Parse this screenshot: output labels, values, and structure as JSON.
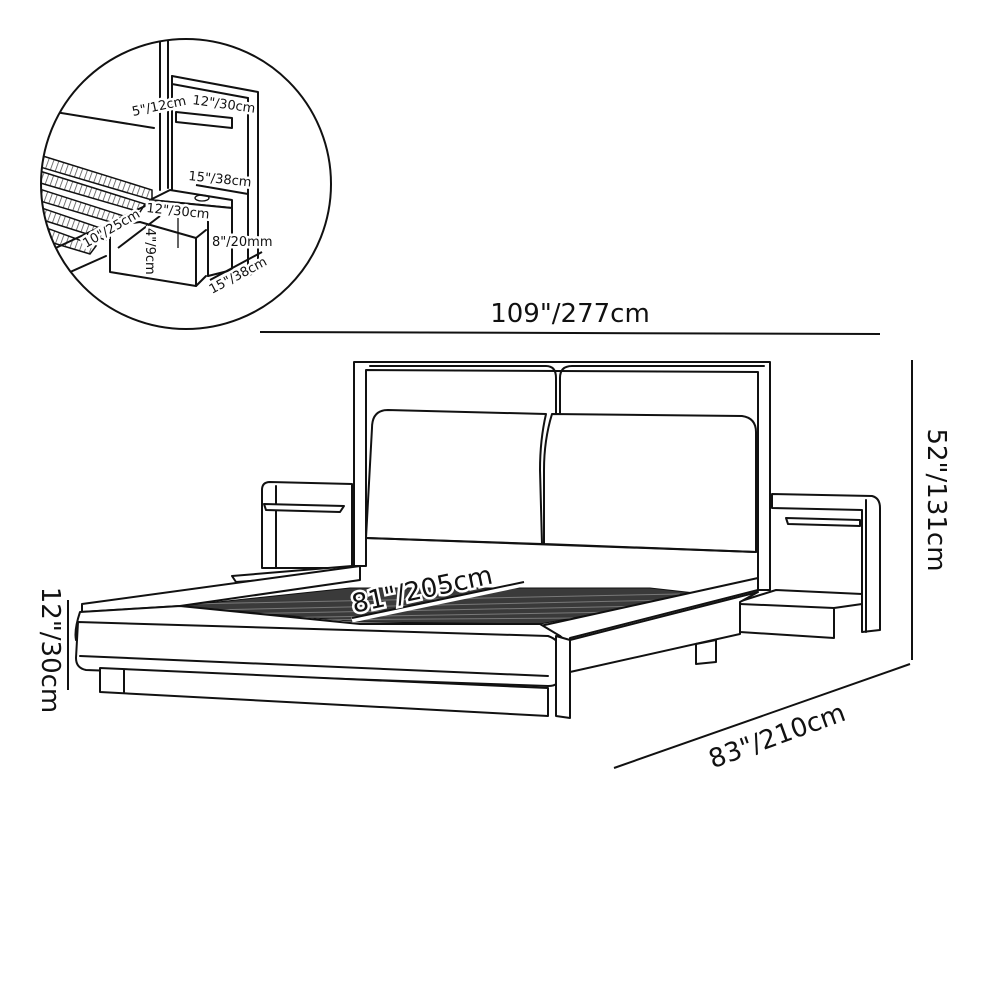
{
  "diagram": {
    "subject": "Platform bed with floating nightstands - dimension drawing",
    "main_dimensions": {
      "overall_width": "109\"/277cm",
      "overall_height": "52\"/131cm",
      "overall_depth": "83\"/210cm",
      "bed_length": "81\"/205cm",
      "bed_height": "12\"/30cm"
    },
    "nightstand_inset": {
      "shelf_gap": "5\"/12cm",
      "shelf_width": "12\"/30cm",
      "back_panel_width": "15\"/38cm",
      "drawer_width": "12\"/30cm",
      "drawer_depth": "10\"/25cm",
      "drawer_front_height": "4\"/9cm",
      "drawer_box_height": "8\"/20mm",
      "base_depth": "15\"/38cm"
    },
    "colors": {
      "line": "#111111",
      "background": "#ffffff"
    }
  }
}
